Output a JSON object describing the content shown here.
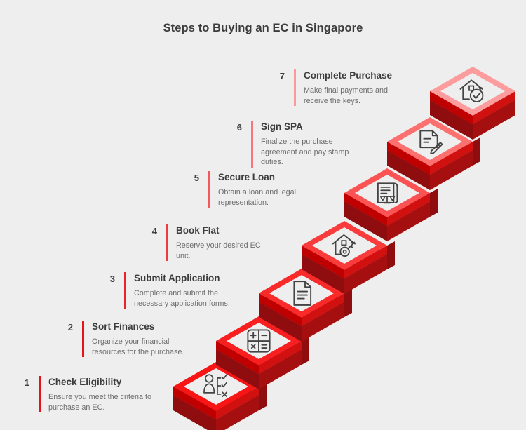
{
  "page": {
    "title": "Steps to Buying an EC in Singapore",
    "background_color": "#eeeeee",
    "text_color": "#3c3c3c",
    "muted_text_color": "#6d6d6d"
  },
  "theme": {
    "accent_dark_red": "#c00000",
    "accent_red": "#e8112d",
    "accent_bright_red": "#fa2020",
    "side_face_dark": "#a60f10",
    "side_face_darker": "#8f0d0e",
    "top_face_fill": "#eeeeee",
    "icon_stroke": "#444444"
  },
  "steps": [
    {
      "number": "1",
      "title": "Check Eligibility",
      "description": "Ensure you meet the criteria to purchase an EC.",
      "icon": "person-checklist-icon",
      "border_color": "#f71515",
      "accent_bar_color": "#e5131b"
    },
    {
      "number": "2",
      "title": "Sort Finances",
      "description": "Organize your financial resources for the purchase.",
      "icon": "calculator-icon",
      "border_color": "#f71f1f",
      "accent_bar_color": "#e5131b"
    },
    {
      "number": "3",
      "title": "Submit Application",
      "description": "Complete and submit the necessary application forms.",
      "icon": "document-icon",
      "border_color": "#f92a2a",
      "accent_bar_color": "#e8232a"
    },
    {
      "number": "4",
      "title": "Book Flat",
      "description": "Reserve your desired EC unit.",
      "icon": "house-key-icon",
      "border_color": "#fa3b3b",
      "accent_bar_color": "#ef3a3f"
    },
    {
      "number": "5",
      "title": "Secure Loan",
      "description": "Obtain a loan and legal representation.",
      "icon": "legal-scroll-scales-icon",
      "border_color": "#fb5353",
      "accent_bar_color": "#f4585c"
    },
    {
      "number": "6",
      "title": "Sign SPA",
      "description": "Finalize the purchase agreement and pay stamp duties.",
      "icon": "document-pencil-icon",
      "border_color": "#fc7070",
      "accent_bar_color": "#f87679"
    },
    {
      "number": "7",
      "title": "Complete Purchase",
      "description": "Make final payments and receive the keys.",
      "icon": "house-check-icon",
      "border_color": "#fd9c9c",
      "accent_bar_color": "#fb9a9c"
    }
  ]
}
